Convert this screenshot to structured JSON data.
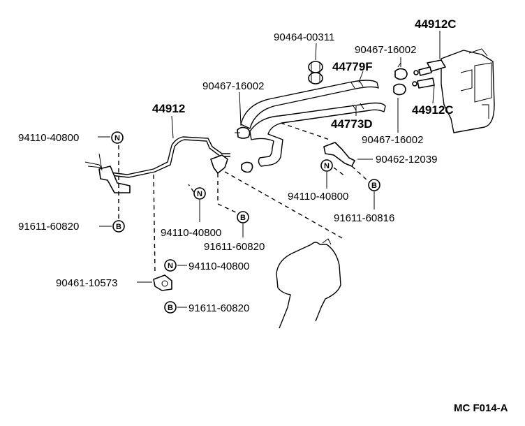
{
  "diagram": {
    "labels": {
      "p_44912C_top": "44912C",
      "p_90464": "90464-00311",
      "p_90467_top": "90467-16002",
      "p_44779F": "44779F",
      "p_90467_left": "90467-16002",
      "p_44912": "44912",
      "p_44912C_right": "44912C",
      "p_44773D": "44773D",
      "p_90467_bottom": "90467-16002",
      "p_94110_a": "94110-40800",
      "p_90462": "90462-12039",
      "p_94110_b": "94110-40800",
      "p_91611_60816": "91611-60816",
      "p_91611_a": "91611-60820",
      "p_94110_c": "94110-40800",
      "p_91611_b": "91611-60820",
      "p_94110_d": "94110-40800",
      "p_90461": "90461-10573",
      "p_91611_c": "91611-60820",
      "code": "MC F014-A"
    },
    "markers": {
      "nut": "N",
      "bolt": "B"
    }
  }
}
